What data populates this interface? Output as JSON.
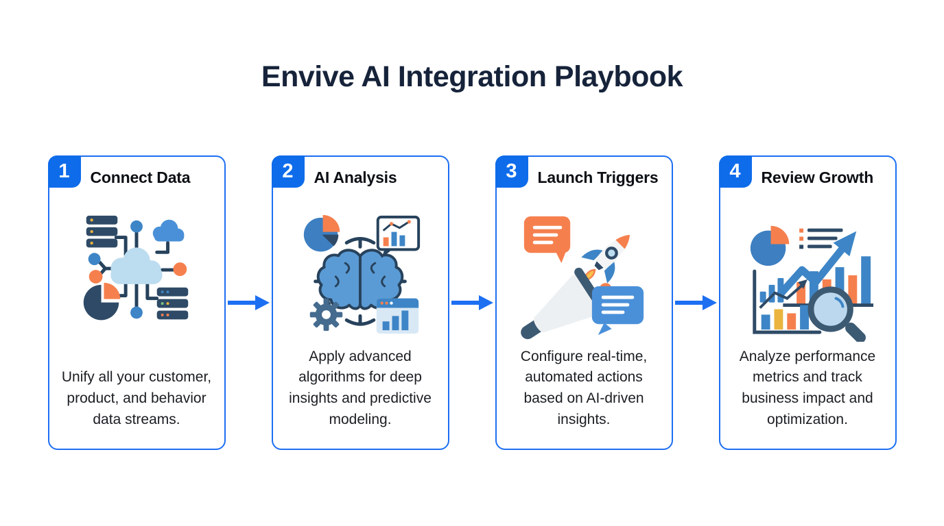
{
  "page": {
    "title": "Envive AI Integration Playbook",
    "background_color": "#ffffff"
  },
  "colors": {
    "accent_blue": "#1d6ff2",
    "badge_blue": "#0e6ceb",
    "title_navy": "#16233a",
    "card_border_blue": "#1d6ff2",
    "icon_navy": "#2e4a66",
    "icon_line_navy": "#27425c",
    "icon_blue": "#3d85c6",
    "icon_light_blue": "#bcdcf0",
    "icon_orange": "#f5804e",
    "icon_yellow": "#eab43e",
    "icon_slate": "#3d5a73"
  },
  "steps": [
    {
      "number": "1",
      "title": "Connect Data",
      "description": "Unify all your customer, product, and behavior data streams.",
      "icon": "data-hub-icon"
    },
    {
      "number": "2",
      "title": "AI Analysis",
      "description": "Apply advanced algorithms for deep insights and predictive modeling.",
      "icon": "ai-brain-icon"
    },
    {
      "number": "3",
      "title": "Launch Triggers",
      "description": "Configure real-time, automated actions based on AI-driven insights.",
      "icon": "launch-megaphone-rocket-icon"
    },
    {
      "number": "4",
      "title": "Review Growth",
      "description": "Analyze performance metrics and track business impact and optimization.",
      "icon": "growth-analytics-icon"
    }
  ],
  "connectors": {
    "icon": "arrow-right-icon",
    "count": 3
  }
}
